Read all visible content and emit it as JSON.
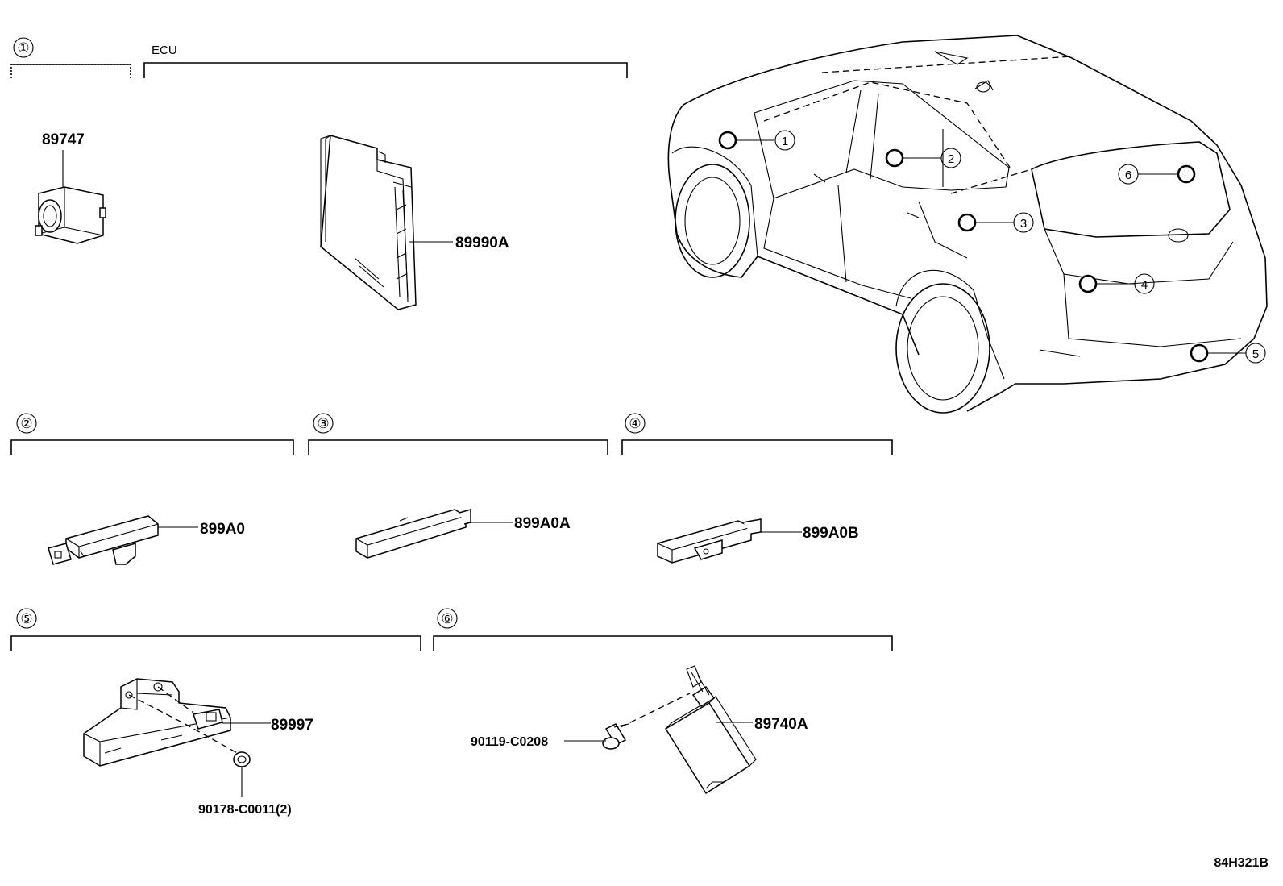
{
  "diagram_ref": "84H321B",
  "sections": [
    {
      "id": "1",
      "label": "①",
      "title": "",
      "parts": [
        {
          "number": "89747"
        }
      ]
    },
    {
      "id": "ecu",
      "label": "",
      "title": "ECU",
      "parts": [
        {
          "number": "89990A"
        }
      ]
    },
    {
      "id": "2",
      "label": "②",
      "title": "",
      "parts": [
        {
          "number": "899A0"
        }
      ]
    },
    {
      "id": "3",
      "label": "③",
      "title": "",
      "parts": [
        {
          "number": "899A0A"
        }
      ]
    },
    {
      "id": "4",
      "label": "④",
      "title": "",
      "parts": [
        {
          "number": "899A0B"
        }
      ]
    },
    {
      "id": "5",
      "label": "⑤",
      "title": "",
      "parts": [
        {
          "number": "89997"
        },
        {
          "number": "90178-C0011(2)"
        }
      ]
    },
    {
      "id": "6",
      "label": "⑥",
      "title": "",
      "parts": [
        {
          "number": "89740A"
        },
        {
          "number": "90119-C0208"
        }
      ]
    }
  ],
  "vehicle_callouts": [
    "1",
    "2",
    "3",
    "4",
    "5",
    "6"
  ]
}
